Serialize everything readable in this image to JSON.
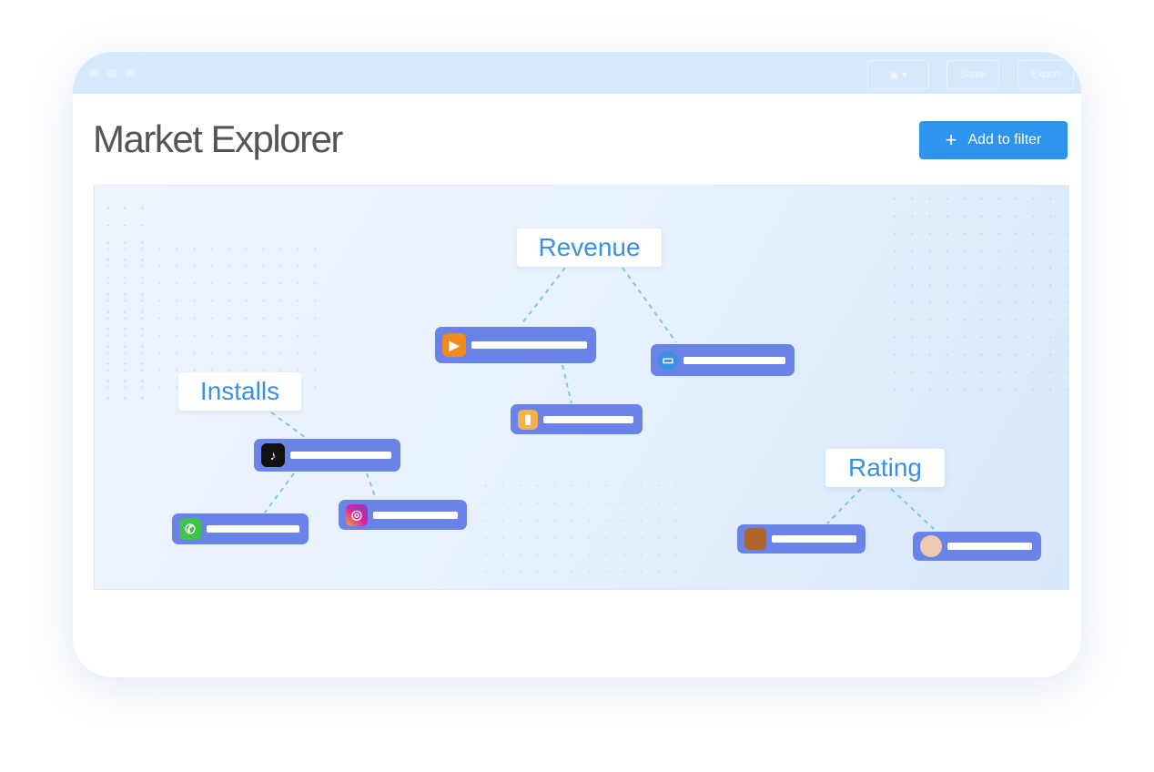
{
  "window": {
    "save_icon": "floppy-disk-icon",
    "share_label": "Share",
    "export_label": "Export"
  },
  "header": {
    "title": "Market Explorer",
    "add_button_label": "Add to filter"
  },
  "map": {
    "categories": [
      {
        "label": "Revenue",
        "apps": [
          "orange-video-app",
          "blue-card-app",
          "yellow-cup-app"
        ]
      },
      {
        "label": "Installs",
        "apps": [
          "tiktok",
          "whatsapp",
          "instagram"
        ]
      },
      {
        "label": "Rating",
        "apps": [
          "game-character-app",
          "doll-app"
        ]
      }
    ],
    "colors": {
      "node": "#6a83e8",
      "label_text": "#3a8fe6",
      "connector": "#7ec8d8",
      "accent": "#2d95ef"
    }
  }
}
